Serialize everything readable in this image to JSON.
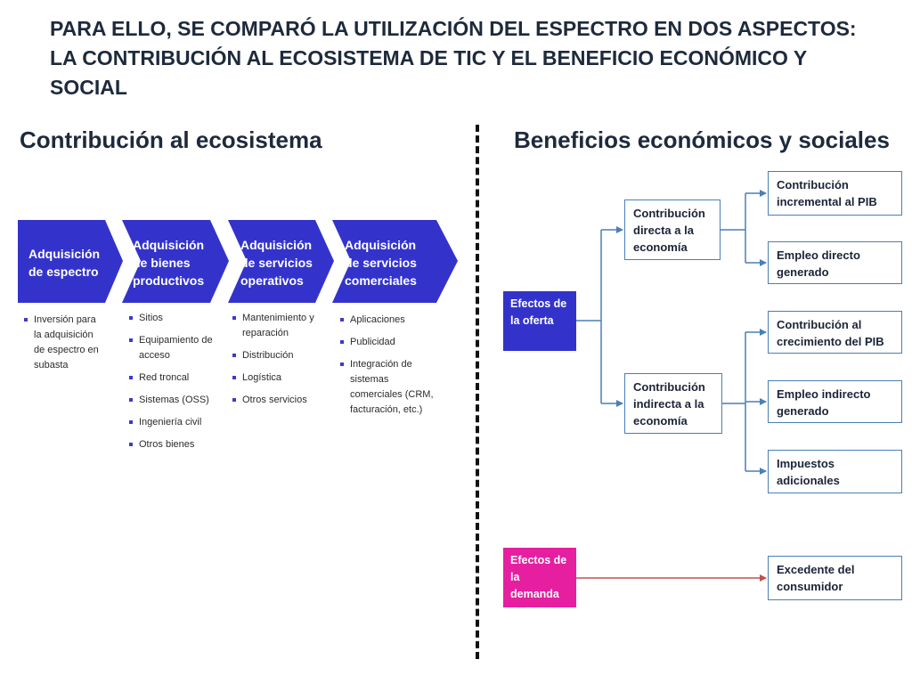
{
  "title": "PARA ELLO, SE COMPARÓ LA UTILIZACIÓN DEL ESPECTRO EN  DOS ASPECTOS: LA CONTRIBUCIÓN AL ECOSISTEMA DE TIC Y EL BENEFICIO ECONÓMICO Y SOCIAL",
  "left_section": {
    "heading": "Contribución al ecosistema",
    "chevrons": [
      {
        "label": "Adquisición de espectro",
        "bullets": [
          "Inversión para la adquisición de espectro en subasta"
        ]
      },
      {
        "label": "Adquisición de bienes productivos",
        "bullets": [
          "Sitios",
          "Equipamiento de acceso",
          "Red troncal",
          "Sistemas (OSS)",
          "Ingeniería civil",
          "Otros bienes"
        ]
      },
      {
        "label": "Adquisición de servicios operativos",
        "bullets": [
          "Mantenimiento y reparación",
          "Distribución",
          "Logística",
          "Otros servicios"
        ]
      },
      {
        "label": "Adquisición de servicios comerciales",
        "bullets": [
          "Aplicaciones",
          "Publicidad",
          "Integración de sistemas comerciales (CRM, facturación, etc.)"
        ]
      }
    ],
    "chevron_color": "#3333cc"
  },
  "right_section": {
    "heading": "Beneficios económicos y sociales",
    "supply_effects": "Efectos de la oferta",
    "demand_effects": "Efectos de la demanda",
    "direct": "Contribución directa a la economía",
    "indirect": "Contribución indirecta a la economía",
    "outcomes": {
      "incremental_gdp": "Contribución incremental al PIB",
      "direct_employment": "Empleo directo generado",
      "gdp_growth": "Contribución al crecimiento del PIB",
      "indirect_employment": "Empleo indirecto generado",
      "additional_taxes": "Impuestos adicionales",
      "consumer_surplus": "Excedente del consumidor"
    },
    "colors": {
      "supply": "#3333cc",
      "demand": "#e61ea0",
      "connector": "#4a7fb5",
      "demand_connector": "#c0504d"
    }
  }
}
